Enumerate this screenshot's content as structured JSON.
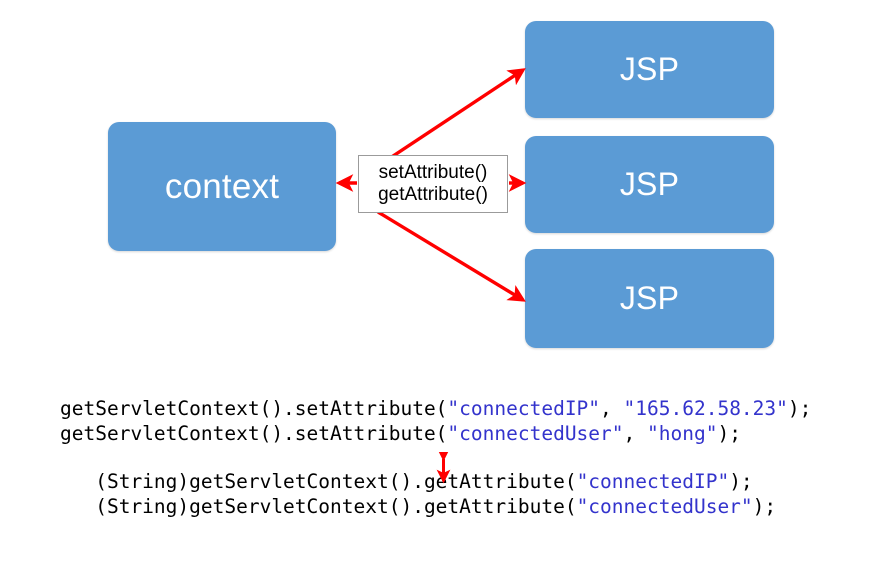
{
  "diagram": {
    "context_box": {
      "label": "context"
    },
    "jsp_boxes": [
      {
        "label": "JSP"
      },
      {
        "label": "JSP"
      },
      {
        "label": "JSP"
      }
    ],
    "attribute_label": {
      "line1": "setAttribute()",
      "line2": "getAttribute()"
    },
    "colors": {
      "box_fill": "#5B9BD5",
      "box_text": "#FFFFFF",
      "arrow": "#FF0000",
      "label_border": "#9B9B9B",
      "label_bg": "#FFFFFF"
    },
    "arrows": [
      {
        "name": "context-incoming",
        "direction": "left"
      },
      {
        "name": "jsp2-outgoing",
        "direction": "right"
      },
      {
        "name": "jsp1-diagonal",
        "direction": "up-right"
      },
      {
        "name": "jsp3-diagonal",
        "direction": "down-right"
      }
    ]
  },
  "code": {
    "string_color": "#3333CC",
    "lines": [
      {
        "parts": [
          {
            "t": "getServletContext().setAttribute(",
            "c": "plain"
          },
          {
            "t": "\"connectedIP\"",
            "c": "str"
          },
          {
            "t": ", ",
            "c": "plain"
          },
          {
            "t": "\"165.62.58.23\"",
            "c": "str"
          },
          {
            "t": ");",
            "c": "plain"
          }
        ]
      },
      {
        "parts": [
          {
            "t": "getServletContext().setAttribute(",
            "c": "plain"
          },
          {
            "t": "\"connectedUser\"",
            "c": "str"
          },
          {
            "t": ", ",
            "c": "plain"
          },
          {
            "t": "\"hong\"",
            "c": "str"
          },
          {
            "t": ");",
            "c": "plain"
          }
        ]
      },
      {
        "gap": true
      },
      {
        "parts": [
          {
            "t": "   (String)getServletContext().getAttribute(",
            "c": "plain"
          },
          {
            "t": "\"connectedIP\"",
            "c": "str"
          },
          {
            "t": ");",
            "c": "plain"
          }
        ]
      },
      {
        "parts": [
          {
            "t": "   (String)getServletContext().getAttribute(",
            "c": "plain"
          },
          {
            "t": "\"connectedUser\"",
            "c": "str"
          },
          {
            "t": ");",
            "c": "plain"
          }
        ]
      }
    ],
    "sync_arrow": {
      "name": "vertical-double-arrow",
      "color": "#FF0000"
    }
  }
}
